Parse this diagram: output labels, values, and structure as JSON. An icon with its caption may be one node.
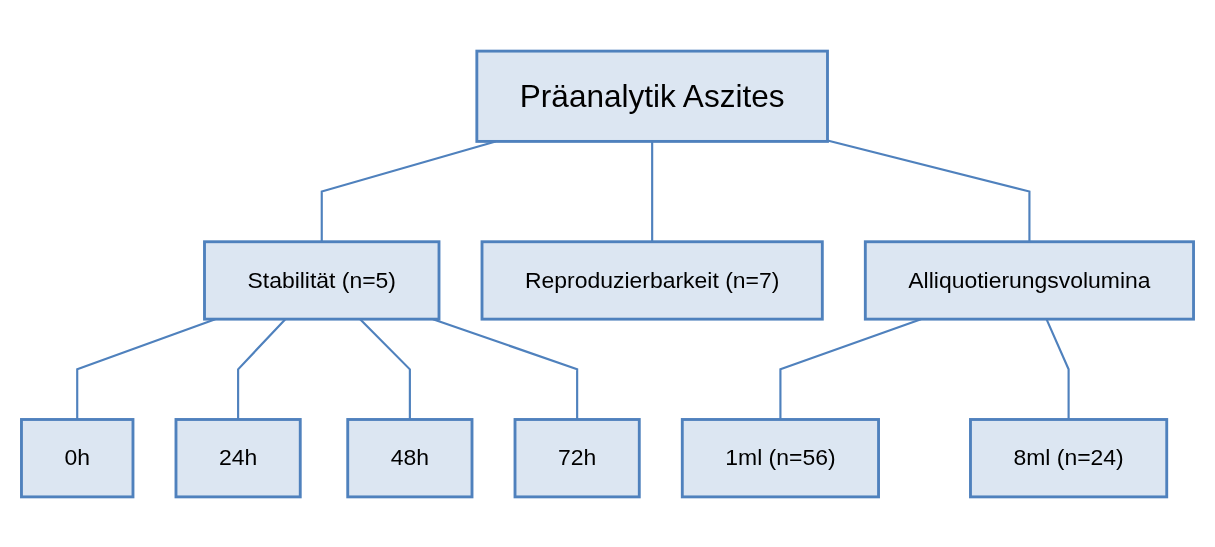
{
  "diagram": {
    "nodes": [
      {
        "text": [
          "Präanalytik Aszites"
        ]
      },
      {
        "text": [
          "Stabilität (n=5)"
        ]
      },
      {
        "text": [
          "Reproduzierbarkeit (n=7)"
        ]
      },
      {
        "text": [
          "Alliquotierungsvolumina"
        ]
      },
      {
        "text": [
          "0h"
        ]
      },
      {
        "text": [
          "24h"
        ]
      },
      {
        "text": [
          "48h"
        ]
      },
      {
        "text": [
          "72h"
        ]
      },
      {
        "text": [
          "1ml (n=56)"
        ]
      },
      {
        "text": [
          "8ml (n=24)"
        ]
      }
    ],
    "edges": [
      {
        "from": 0,
        "to": 1,
        "arrow": "none"
      },
      {
        "from": 0,
        "to": 2,
        "arrow": "none"
      },
      {
        "from": 0,
        "to": 3,
        "arrow": "none"
      },
      {
        "from": 1,
        "to": 4,
        "arrow": "none"
      },
      {
        "from": 1,
        "to": 5,
        "arrow": "none"
      },
      {
        "from": 1,
        "to": 6,
        "arrow": "none"
      },
      {
        "from": 1,
        "to": 7,
        "arrow": "none"
      },
      {
        "from": 3,
        "to": 8,
        "arrow": "none"
      },
      {
        "from": 3,
        "to": 9,
        "arrow": "none"
      }
    ]
  }
}
